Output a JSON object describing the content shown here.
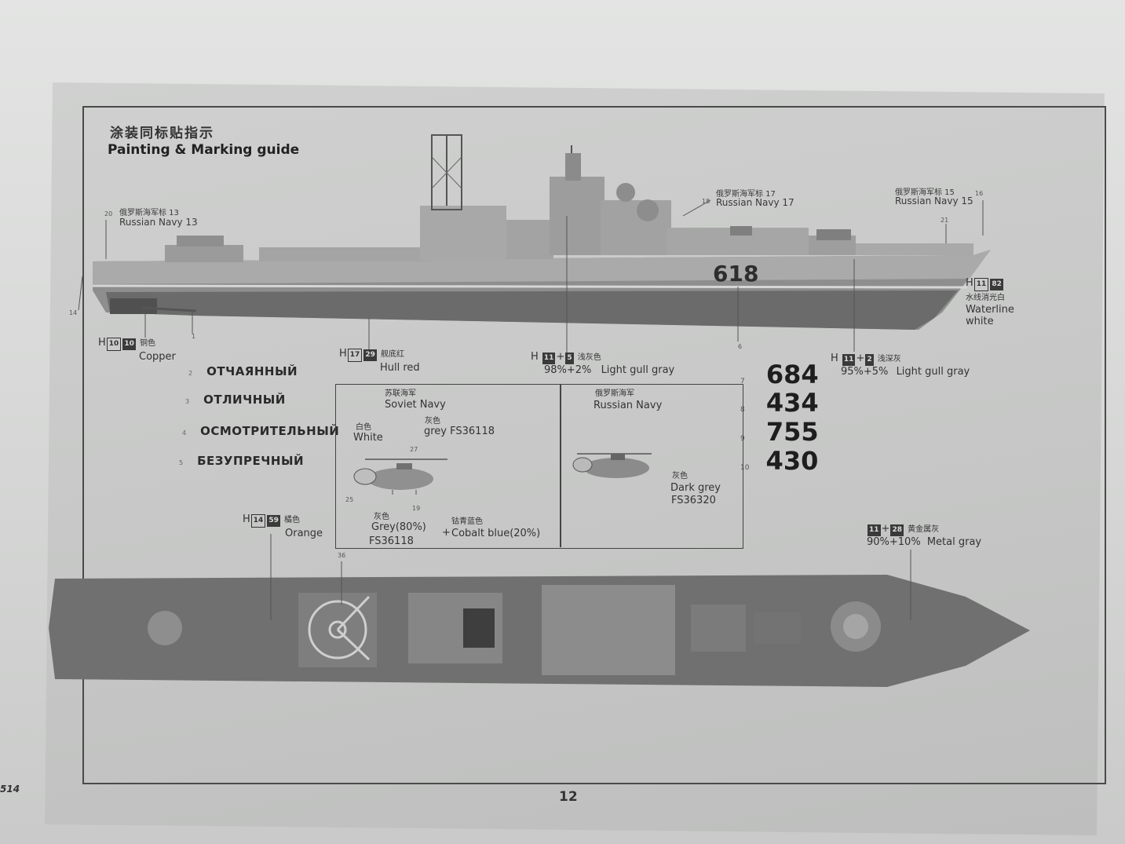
{
  "header": {
    "title_cn": "涂装同标贴指示",
    "title_en": "Painting & Marking guide"
  },
  "hull_number": "618",
  "callouts": {
    "rn13_cn": "俄罗斯海军标 13",
    "rn13_en": "Russian Navy 13",
    "rn13_idx": "20",
    "rn17_cn": "俄罗斯海军标 17",
    "rn17_en": "Russian Navy 17",
    "rn17_idx": "18",
    "rn15_cn": "俄罗斯海军标 15",
    "rn15_en": "Russian Navy 15",
    "rn15_idx": "16",
    "idx_14": "14",
    "idx_1": "1",
    "idx_6": "6",
    "idx_21": "21"
  },
  "colors": {
    "copper": {
      "h": "H",
      "a": "10",
      "b": "10",
      "cn": "铜色",
      "en": "Copper"
    },
    "hull_red": {
      "h": "H",
      "a": "17",
      "b": "29",
      "cn": "舰底红",
      "en": "Hull red"
    },
    "light_gull_left": {
      "h": "H",
      "a": "11",
      "plus": "+",
      "b": "5",
      "cn": "浅灰色",
      "en": "Light gull gray",
      "ratio": "98%+2%"
    },
    "light_gull_right": {
      "h": "H",
      "a": "11",
      "plus": "+",
      "b": "2",
      "cn": "浅深灰",
      "en": "Light gull gray",
      "ratio": "95%+5%"
    },
    "waterline": {
      "h": "H",
      "a": "11",
      "b": "82",
      "cn": "水线消光白",
      "en1": "Waterline",
      "en2": "white"
    },
    "orange": {
      "h": "H",
      "a": "14",
      "b": "59",
      "cn": "橘色",
      "en": "Orange"
    },
    "metal_grey": {
      "a": "11",
      "plus": "+",
      "b": "28",
      "cn": "黄金属灰",
      "en": "Metal gray",
      "ratio": "90%+10%"
    }
  },
  "ship_names": [
    {
      "idx": "2",
      "name": "ОТЧАЯННЫЙ"
    },
    {
      "idx": "3",
      "name": "ОТЛИЧНЫЙ"
    },
    {
      "idx": "4",
      "name": "ОСМОТРИТЕЛЬНЫЙ"
    },
    {
      "idx": "5",
      "name": "БЕЗУПРЕЧНЫЙ"
    }
  ],
  "hull_numbers": [
    {
      "idx": "7",
      "num": "684"
    },
    {
      "idx": "8",
      "num": "434"
    },
    {
      "idx": "9",
      "num": "755"
    },
    {
      "idx": "10",
      "num": "430"
    }
  ],
  "helicopter_soviet": {
    "navy_cn": "苏联海军",
    "navy_en": "Soviet Navy",
    "white_cn": "白色",
    "white_en": "White",
    "grey_cn": "灰色",
    "grey_en": "grey FS36118",
    "bottom_grey_cn": "灰色",
    "bottom_grey_en": "Grey(80%)",
    "bottom_fs": "FS36118",
    "plus": "+",
    "cobalt_cn": "钴青蓝色",
    "cobalt_en": "Cobalt blue(20%)",
    "idx_27": "27",
    "idx_25": "25",
    "idx_19": "19"
  },
  "helicopter_russian": {
    "navy_cn": "俄罗斯海军",
    "navy_en": "Russian Navy",
    "dark_cn": "灰色",
    "dark_en": "Dark grey",
    "dark_fs": "FS36320"
  },
  "idx_36": "36",
  "page_number": "12",
  "corner_text": "514"
}
